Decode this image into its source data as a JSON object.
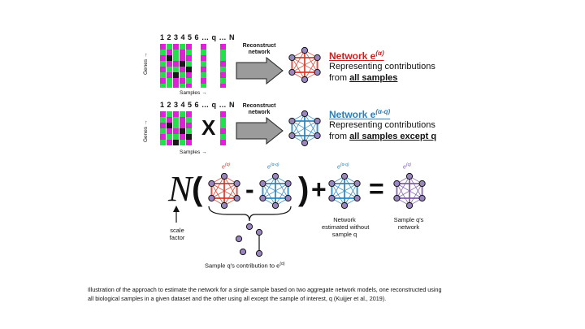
{
  "panel1": {
    "column_header": "1 2 3 4 5 6 … q … N",
    "genes_label": "Genes →",
    "samples_label": "Samples →",
    "arrow_label_1": "Reconstruct",
    "arrow_label_2": "network",
    "network_title": "Network e(α)",
    "desc_line1": "Representing contributions",
    "desc_line2_prefix": "from ",
    "desc_line2_bold": "all samples"
  },
  "panel2": {
    "column_header": "1 2 3 4 5 6 … q … N",
    "genes_label": "Genes →",
    "samples_label": "Samples →",
    "excluded_mark": "X",
    "arrow_label_1": "Reconstruct",
    "arrow_label_2": "network",
    "network_title": "Network e(α-q)",
    "desc_line1": "Representing contributions",
    "desc_line2_prefix": "from ",
    "desc_line2_bold": "all samples except q"
  },
  "equation": {
    "scale_symbol": "N",
    "open_paren": "(",
    "minus": "-",
    "close_paren": ")",
    "plus": "+",
    "equals": "=",
    "label_e_alpha": "e(α)",
    "label_e_alpha_q": "e(α-q)",
    "label_e_alpha_q_2": "e(α-q)",
    "label_e_q": "e(q)",
    "scale_factor_1": "scale",
    "scale_factor_2": "factor",
    "network_est_1": "Network",
    "network_est_2": "estimated without",
    "network_est_3": "sample q",
    "sample_net_1": "Sample q's",
    "sample_net_2": "network",
    "contribution_label": "Sample q's contribution to e(α)"
  },
  "caption": {
    "line1": "Illustration of the approach to estimate the network for a single sample based on two aggregate network models, one reconstructed using",
    "line2": "all biological samples in a given dataset and the other using all except the sample of interest, q (Kuijjer et al., 2019)."
  },
  "colors": {
    "magenta": "#e020d8",
    "green": "#22e04a",
    "black": "#1a1a1a",
    "red": "#d43a2a",
    "blue": "#2a86c0",
    "purple": "#7d5ba6",
    "node_fill": "#9a86bf",
    "arrow_gray": "#9b9b9b"
  }
}
